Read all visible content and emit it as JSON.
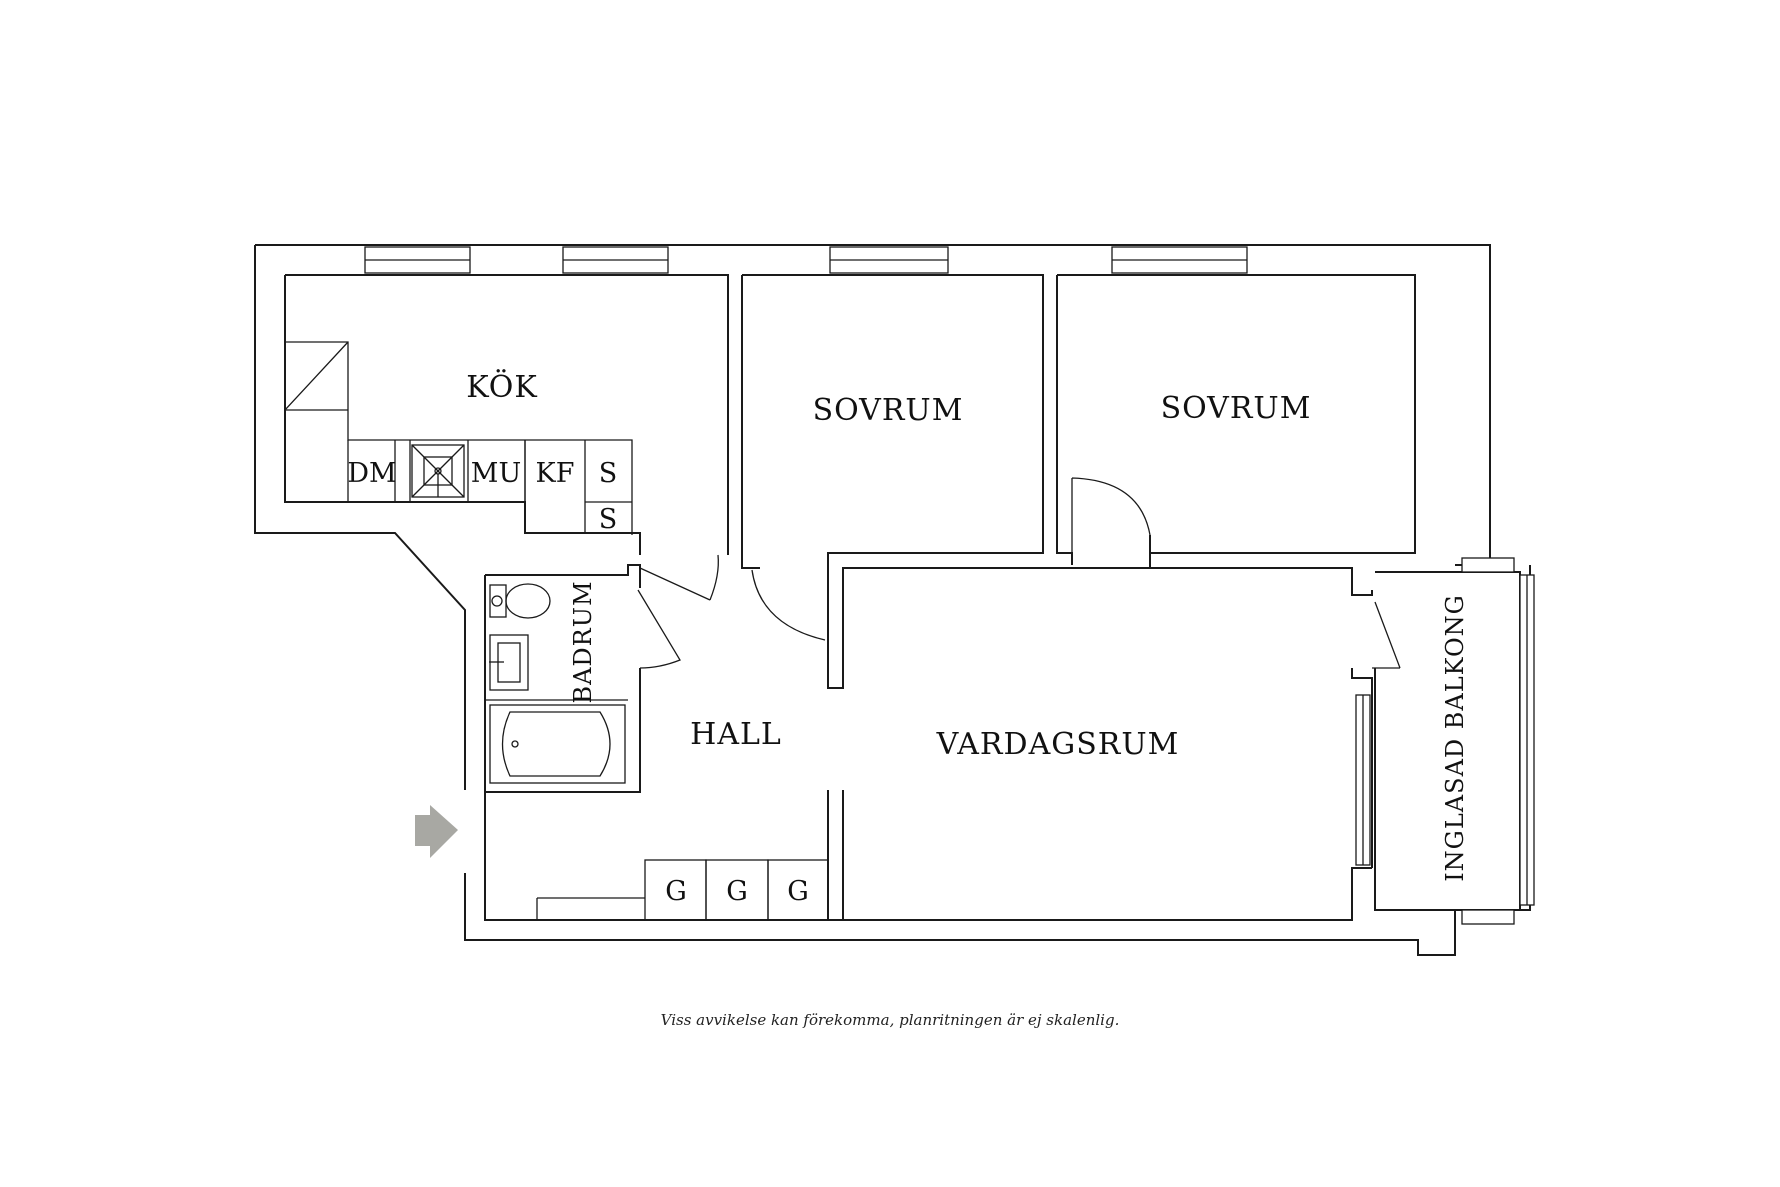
{
  "rooms": {
    "kitchen": "KÖK",
    "bedroom1": "SOVRUM",
    "bedroom2": "SOVRUM",
    "bathroom": "BADRUM",
    "hall": "HALL",
    "living": "VARDAGSRUM",
    "balcony": "INGLASAD BALKONG"
  },
  "appliances": {
    "dishwasher": "DM",
    "microwave": "MU",
    "fridge_freezer": "KF",
    "cabinet_1": "S",
    "cabinet_2": "S",
    "wardrobe_1": "G",
    "wardrobe_2": "G",
    "wardrobe_3": "G"
  },
  "footnote": "Viss avvikelse kan förekomma, planritningen är ej skalenlig.",
  "icons": {
    "entrance": "entrance-arrow-icon",
    "stove": "stove-icon",
    "toilet": "toilet-icon",
    "sink": "sink-icon",
    "bathtub": "bathtub-icon"
  },
  "colors": {
    "walls": "#1a1a1a",
    "entrance_arrow": "#a8a8a3",
    "background": "#ffffff"
  }
}
